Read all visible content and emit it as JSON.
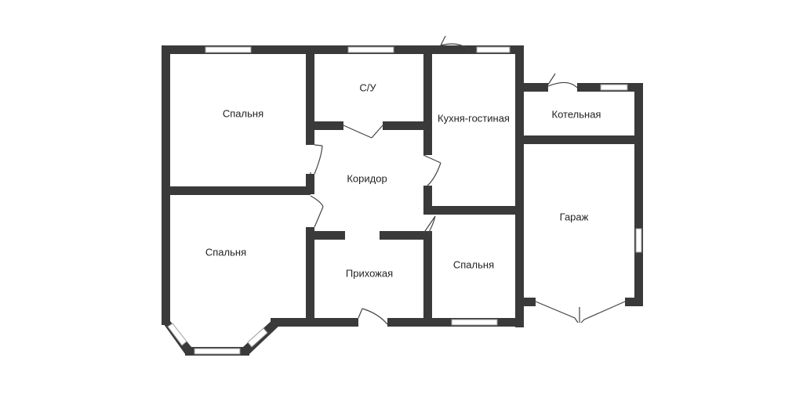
{
  "floor_plan": {
    "colors": {
      "wall": "#3a3a3a",
      "window_frame": "#9a9a9a",
      "window_fill": "#ffffff",
      "door_line": "#444444",
      "background": "#ffffff"
    },
    "rooms": {
      "bedroom_top_left": {
        "label": "Спальня"
      },
      "bedroom_bottom_left": {
        "label": "Спальня"
      },
      "bathroom": {
        "label": "С/У"
      },
      "corridor": {
        "label": "Коридор"
      },
      "entrance_hall": {
        "label": "Прихожая"
      },
      "kitchen_living": {
        "label": "Кухня-гостиная"
      },
      "bedroom_middle": {
        "label": "Спальня"
      },
      "boiler_room": {
        "label": "Котельная"
      },
      "garage": {
        "label": "Гараж"
      }
    }
  }
}
